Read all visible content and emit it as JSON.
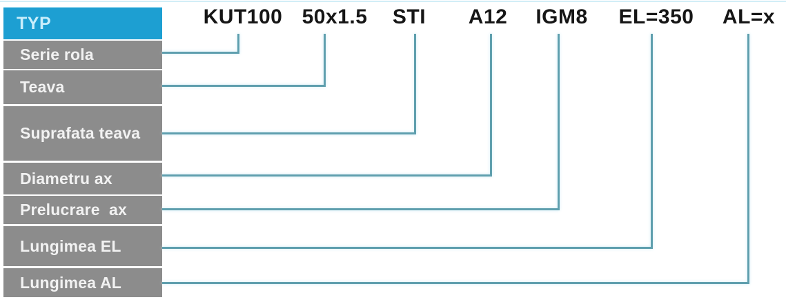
{
  "header": {
    "label": "TYP"
  },
  "rows": [
    {
      "label": "Serie rola",
      "code": "KUT100"
    },
    {
      "label": "Teava",
      "code": "50x1.5"
    },
    {
      "label": "Suprafata teava",
      "code": "STI"
    },
    {
      "label": "Diametru ax",
      "code": "A12"
    },
    {
      "label": "Prelucrare  ax",
      "code": "IGM8"
    },
    {
      "label": "Lungimea EL",
      "code": "EL=350"
    },
    {
      "label": "Lungimea AL",
      "code": "AL=x"
    }
  ],
  "colors": {
    "header_bg": "#1d9fd2",
    "header_text": "#c9eefb",
    "row_bg": "#8c8c8c",
    "row_text": "#f2f2f2",
    "code_text": "#161616",
    "connector": "#5f9fae",
    "halo": "#cdecf6"
  }
}
